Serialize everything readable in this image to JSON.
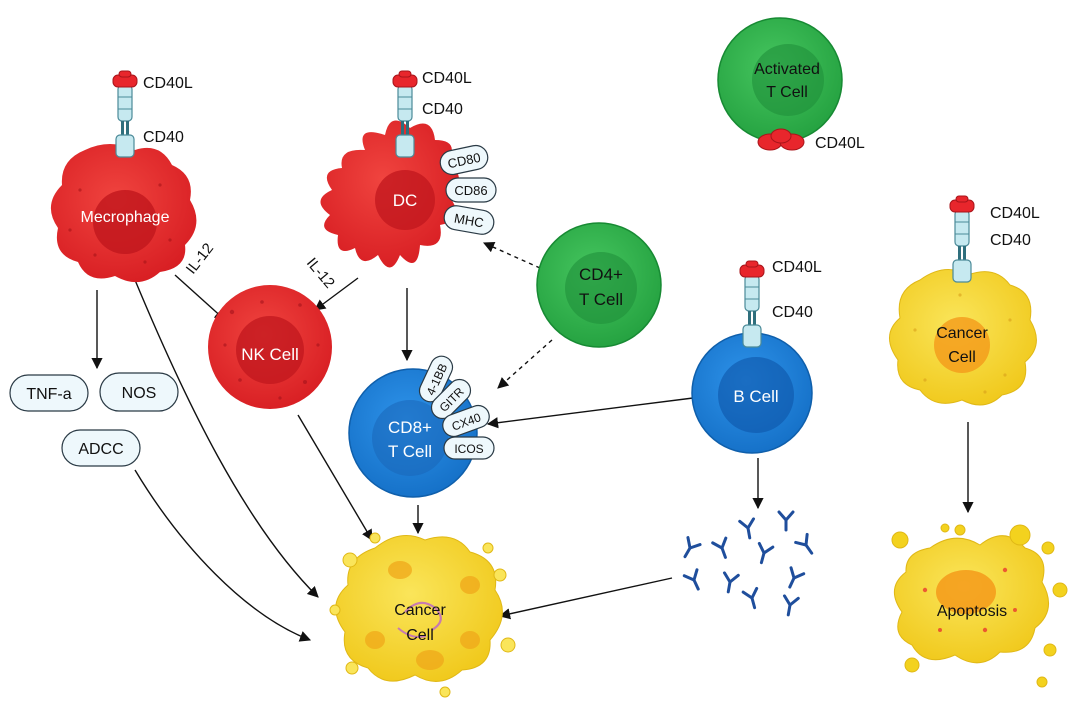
{
  "labels": {
    "cd40l": "CD40L",
    "cd40": "CD40",
    "il12": "IL-12",
    "macrophage": "Mecrophage",
    "dc": "DC",
    "nk_cell": "NK Cell",
    "cd8_line1": "CD8+",
    "cd8_line2": "T Cell",
    "cd4_line1": "CD4+",
    "cd4_line2": "T Cell",
    "activated_line1": "Activated",
    "activated_line2": "T Cell",
    "b_cell": "B Cell",
    "cancer_line1": "Cancer",
    "cancer_line2": "Cell",
    "apoptosis": "Apoptosis"
  },
  "dc_markers": [
    "CD80",
    "CD86",
    "MHC"
  ],
  "cd8_markers": [
    "4-1BB",
    "GITR",
    "CX40",
    "ICOS"
  ],
  "effectors": [
    "TNF-a",
    "NOS",
    "ADCC"
  ],
  "colors": {
    "red": "#e8262c",
    "dark_red": "#c81a20",
    "green": "#2db84b",
    "blue": "#1a7fd8",
    "yellow": "#f3d21e",
    "receptor": "#bfe6ee",
    "antibody": "#1f4e9c"
  }
}
